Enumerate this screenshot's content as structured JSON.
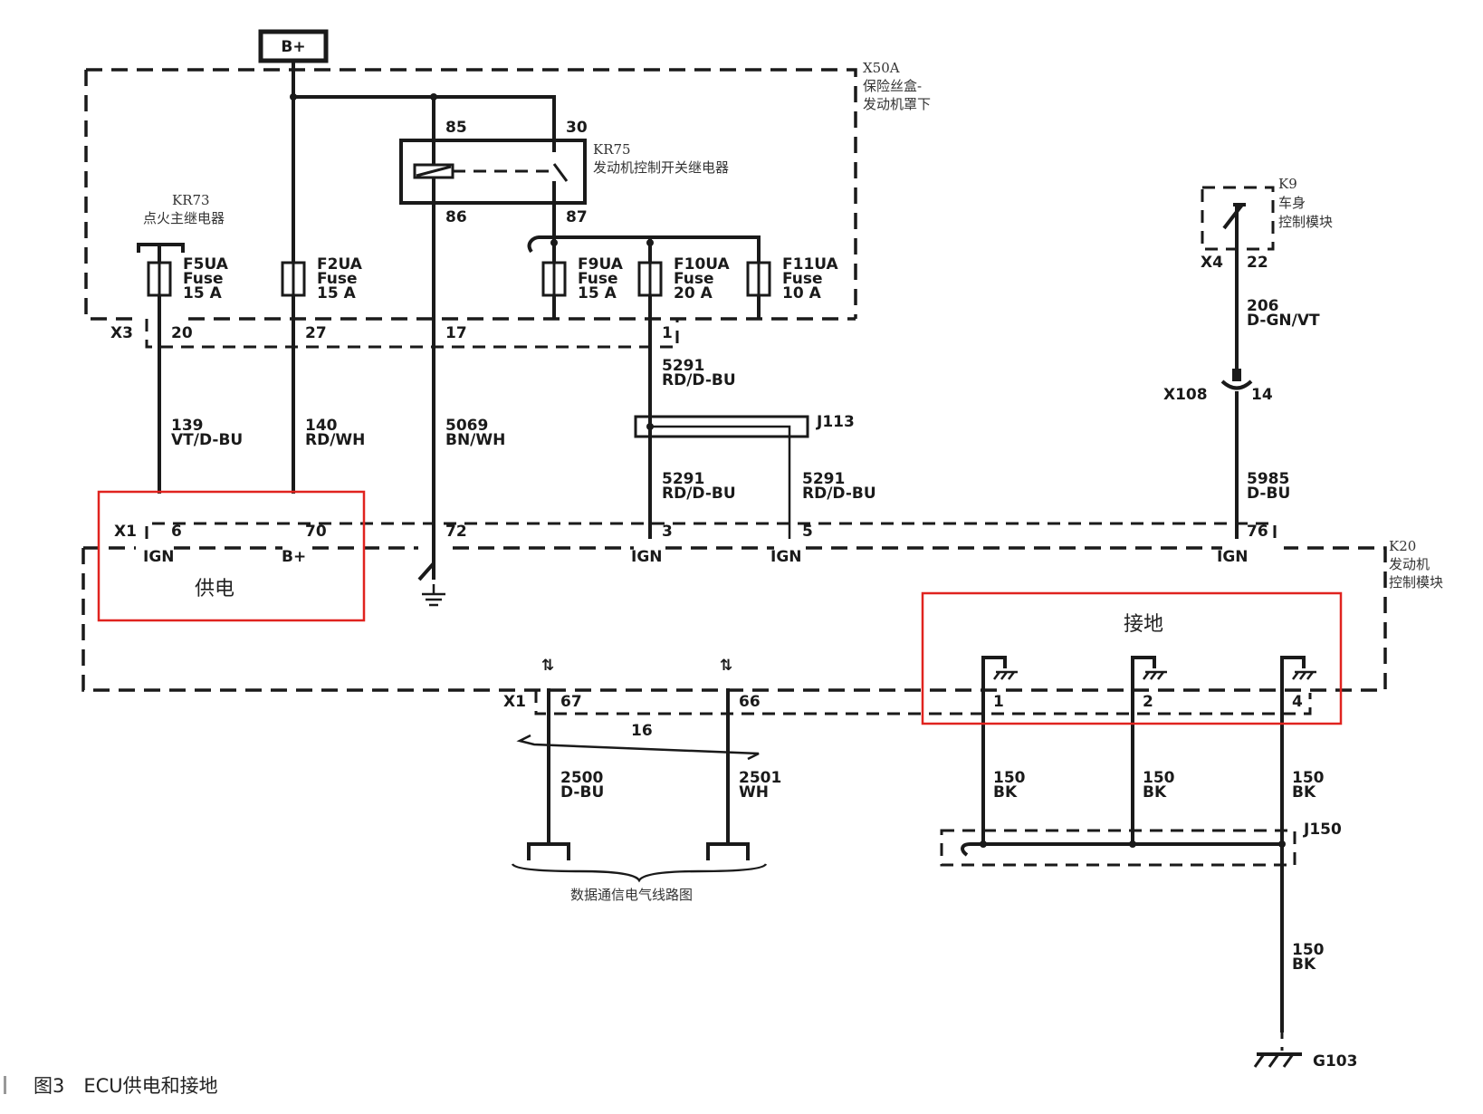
{
  "supply": {
    "label": "B+"
  },
  "fuse_box": {
    "id": "X50A",
    "name_line1": "保险丝盒-",
    "name_line2": "发动机罩下",
    "connector": "X3"
  },
  "relay_kr75": {
    "id": "KR75",
    "name": "发动机控制开关继电器",
    "pins": [
      "85",
      "30",
      "86",
      "87"
    ]
  },
  "relay_kr73": {
    "id": "KR73",
    "name": "点火主继电器"
  },
  "fuses": [
    {
      "name": "F5UA",
      "type": "Fuse",
      "rating": "15 A"
    },
    {
      "name": "F2UA",
      "type": "Fuse",
      "rating": "15 A"
    },
    {
      "name": "F9UA",
      "type": "Fuse",
      "rating": "15 A"
    },
    {
      "name": "F10UA",
      "type": "Fuse",
      "rating": "20 A"
    },
    {
      "name": "F11UA",
      "type": "Fuse",
      "rating": "10 A"
    }
  ],
  "x3_pins": [
    "20",
    "27",
    "17",
    "1"
  ],
  "wires": {
    "w139": {
      "num": "139",
      "color": "VT/D-BU"
    },
    "w140": {
      "num": "140",
      "color": "RD/WH"
    },
    "w5069": {
      "num": "5069",
      "color": "BN/WH"
    },
    "w5291_top": {
      "num": "5291",
      "color": "RD/D-BU"
    },
    "w5291_a": {
      "num": "5291",
      "color": "RD/D-BU"
    },
    "w5291_b": {
      "num": "5291",
      "color": "RD/D-BU"
    },
    "w206": {
      "num": "206",
      "color": "D-GN/VT"
    },
    "w5985": {
      "num": "5985",
      "color": "D-BU"
    },
    "w2500": {
      "num": "2500",
      "color": "D-BU"
    },
    "w2501": {
      "num": "2501",
      "color": "WH"
    },
    "w150a": {
      "num": "150",
      "color": "BK"
    },
    "w150b": {
      "num": "150",
      "color": "BK"
    },
    "w150c": {
      "num": "150",
      "color": "BK"
    },
    "w150d": {
      "num": "150",
      "color": "BK"
    }
  },
  "splices": {
    "j113": "J113",
    "j150": "J150"
  },
  "k9": {
    "id": "K9",
    "name_line1": "车身",
    "name_line2": "控制模块",
    "connector": "X4",
    "pin": "22"
  },
  "x108": {
    "id": "X108",
    "pin": "14"
  },
  "ecm": {
    "id": "K20",
    "name_line1": "发动机",
    "name_line2": "控制模块",
    "connector": "X1",
    "pins": [
      "6",
      "70",
      "72",
      "3",
      "5",
      "76"
    ],
    "pin_labels": [
      "IGN",
      "B+",
      "IGN",
      "IGN",
      "IGN"
    ],
    "data_pins": [
      "67",
      "66"
    ],
    "twist_label": "16",
    "ground_pins": [
      "1",
      "2",
      "4"
    ]
  },
  "highlight_power": "供电",
  "highlight_ground": "接地",
  "data_comm_label": "数据通信电气线路图",
  "ground_point": "G103",
  "figure_caption": "图3　ECU供电和接地",
  "colors": {
    "line": "#1a1a1a",
    "highlight": "#e0231f"
  }
}
